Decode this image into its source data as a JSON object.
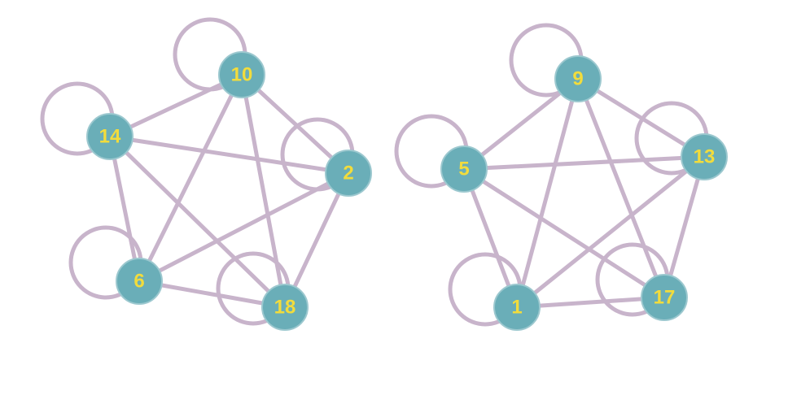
{
  "colors": {
    "edge": "#c8b4cb",
    "node_fill": "#6aaeb8",
    "node_stroke": "#9cc8cf",
    "label": "#f2dc3c",
    "background": "#ffffff"
  },
  "graphs": [
    {
      "nodes": [
        {
          "id": "10",
          "label": "10"
        },
        {
          "id": "14",
          "label": "14"
        },
        {
          "id": "2",
          "label": "2"
        },
        {
          "id": "6",
          "label": "6"
        },
        {
          "id": "18",
          "label": "18"
        }
      ],
      "edges": [
        [
          "10",
          "14"
        ],
        [
          "10",
          "2"
        ],
        [
          "10",
          "6"
        ],
        [
          "10",
          "18"
        ],
        [
          "14",
          "2"
        ],
        [
          "14",
          "6"
        ],
        [
          "14",
          "18"
        ],
        [
          "2",
          "6"
        ],
        [
          "2",
          "18"
        ],
        [
          "6",
          "18"
        ]
      ],
      "self_loops": [
        "10",
        "14",
        "2",
        "6",
        "18"
      ]
    },
    {
      "nodes": [
        {
          "id": "9",
          "label": "9"
        },
        {
          "id": "5",
          "label": "5"
        },
        {
          "id": "13",
          "label": "13"
        },
        {
          "id": "1",
          "label": "1"
        },
        {
          "id": "17",
          "label": "17"
        }
      ],
      "edges": [
        [
          "9",
          "5"
        ],
        [
          "9",
          "13"
        ],
        [
          "9",
          "1"
        ],
        [
          "9",
          "17"
        ],
        [
          "5",
          "13"
        ],
        [
          "5",
          "1"
        ],
        [
          "5",
          "17"
        ],
        [
          "13",
          "1"
        ],
        [
          "13",
          "17"
        ],
        [
          "1",
          "17"
        ]
      ],
      "self_loops": [
        "9",
        "5",
        "13",
        "1",
        "17"
      ]
    }
  ]
}
